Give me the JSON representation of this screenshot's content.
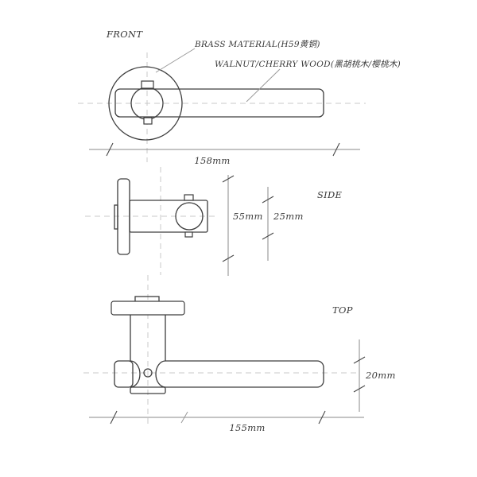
{
  "title": "Door lever handle technical drawing",
  "colors": {
    "background": "#ffffff",
    "outline": "#3d3d3d",
    "dimension_line": "#8a8a8a",
    "centerline": "#c9c9c9",
    "text": "#3a3a3a"
  },
  "views": {
    "front": {
      "label": "FRONT",
      "annotations": {
        "brass": "BRASS MATERIAL(H59黄铜)",
        "walnut": "WALNUT/CHERRY WOOD(黑胡桃木/樱桃木)"
      },
      "dimensions": {
        "length": "158mm"
      }
    },
    "side": {
      "label": "SIDE",
      "dimensions": {
        "rose_diameter": "55mm",
        "body_height": "25mm"
      }
    },
    "top": {
      "label": "TOP",
      "dimensions": {
        "bar_width": "20mm",
        "length": "155mm"
      }
    }
  }
}
